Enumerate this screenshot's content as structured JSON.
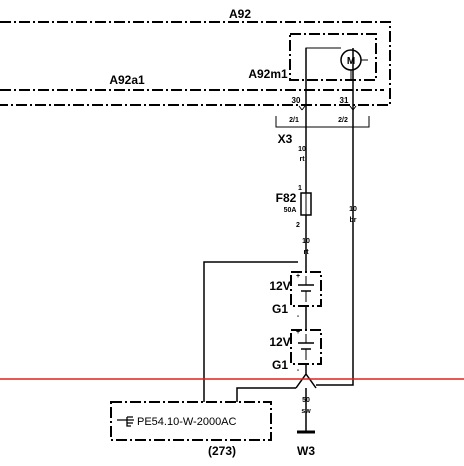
{
  "labels": {
    "a92": "A92",
    "a92a1": "A92a1",
    "a92m1": "A92m1",
    "motor": "M",
    "pin30": "30",
    "pin31": "31",
    "pin21": "2/1",
    "pin22": "2/2",
    "x3": "X3",
    "wire1_size": "10",
    "wire1_color": "rt",
    "wire2_size": "10",
    "wire2_color": "rt",
    "wire3_size": "10",
    "wire3_color": "br",
    "fuse": "F82",
    "fuse_rating": "50A",
    "fuse_pin1": "1",
    "fuse_pin2": "2",
    "bat1_voltage": "12V",
    "bat1_name": "G1",
    "bat1_plus": "+",
    "bat1_minus": "-",
    "bat2_voltage": "12V",
    "bat2_name": "G1",
    "bat2_plus": "+",
    "bat2_minus": "-",
    "ground_size": "50",
    "ground_color": "sw",
    "ground_name": "W3",
    "ref_text": "PE54.10-W-2000AC",
    "ref_number": "(273)"
  },
  "colors": {
    "line": "#000000",
    "marker_line": "#e0201f",
    "background": "#ffffff"
  },
  "icons": {
    "motor": "motor-symbol",
    "fuse": "fuse-symbol",
    "battery": "battery-cell-symbol",
    "ground": "ground-symbol",
    "reference": "pointing-hand-icon"
  }
}
